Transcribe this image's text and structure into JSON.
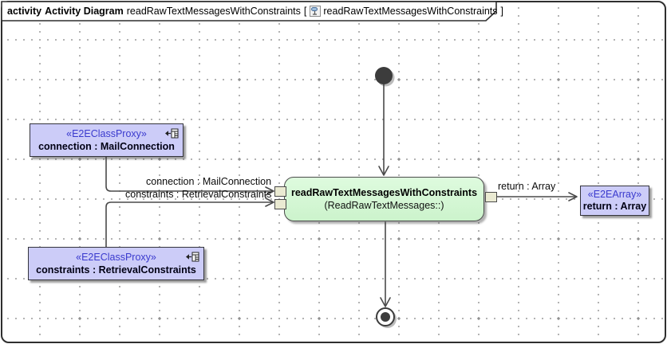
{
  "frame": {
    "kind_label": "activity",
    "type_label": "Activity Diagram",
    "diagram_name": "readRawTextMessagesWithConstraints",
    "bracket_open": "[",
    "content_name": "readRawTextMessagesWithConstraints",
    "bracket_close": "]"
  },
  "nodes": {
    "connection_proxy": {
      "stereotype": "«E2EClassProxy»",
      "name": "connection : MailConnection"
    },
    "constraints_proxy": {
      "stereotype": "«E2EClassProxy»",
      "name": "constraints : RetrievalConstraints"
    },
    "action": {
      "name": "readRawTextMessagesWithConstraints",
      "qualifier": "(ReadRawTextMessages::)"
    },
    "return_array": {
      "stereotype": "«E2EArray»",
      "name": "return : Array"
    }
  },
  "edges": {
    "connection_label": "connection : MailConnection",
    "constraints_label": "constraints : RetrievalConstraints",
    "return_label": "return : Array"
  },
  "icons": {
    "header_icon": "activity-diagram-icon",
    "proxy_corner_icon": "linked-element-icon"
  },
  "colors": {
    "proxy_fill": "#ccccf8",
    "action_fill": "#d6f7d6",
    "pin_fill": "#eaead2",
    "stereotype_text": "#3a3ace",
    "line": "#4a4a4a",
    "frame_border": "#2e2e2e"
  }
}
